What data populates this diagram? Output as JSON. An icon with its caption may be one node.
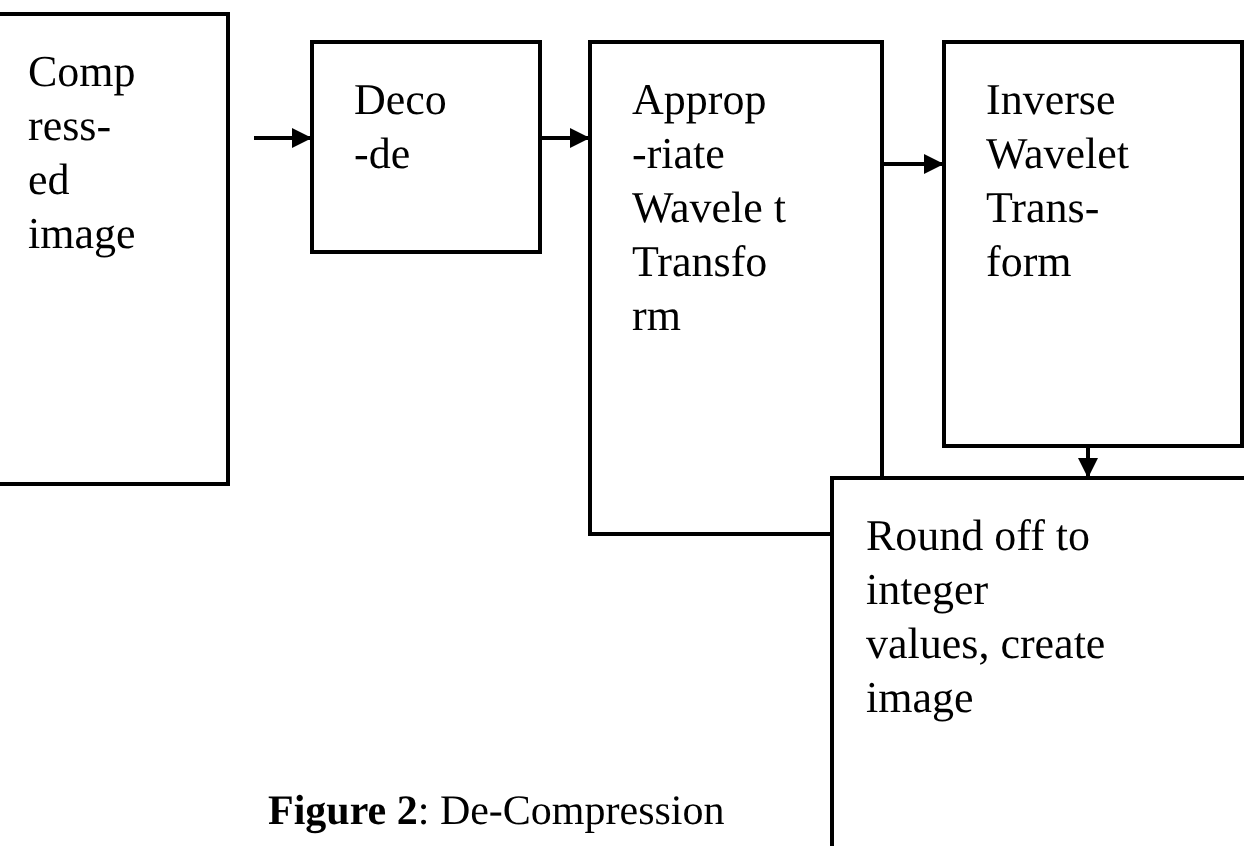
{
  "diagram": {
    "caption": "**Figure 2**: De-Compression",
    "nodes": [
      {
        "text": [
          "Comp ress- ed image"
        ]
      },
      {
        "text": [
          "Deco -de"
        ]
      },
      {
        "text": [
          "Approp -riate Wavele t Transfo rm"
        ]
      },
      {
        "text": [
          "Inverse Wavelet Trans- form"
        ]
      },
      {
        "text": [
          "Round off to integer values, create image"
        ]
      }
    ],
    "edges": [
      {
        "from": 0,
        "to": 1,
        "arrow": "to"
      },
      {
        "from": 1,
        "to": 2,
        "arrow": "to"
      },
      {
        "from": 2,
        "to": 3,
        "arrow": "to"
      },
      {
        "from": 3,
        "to": 4,
        "arrow": "to"
      }
    ]
  }
}
